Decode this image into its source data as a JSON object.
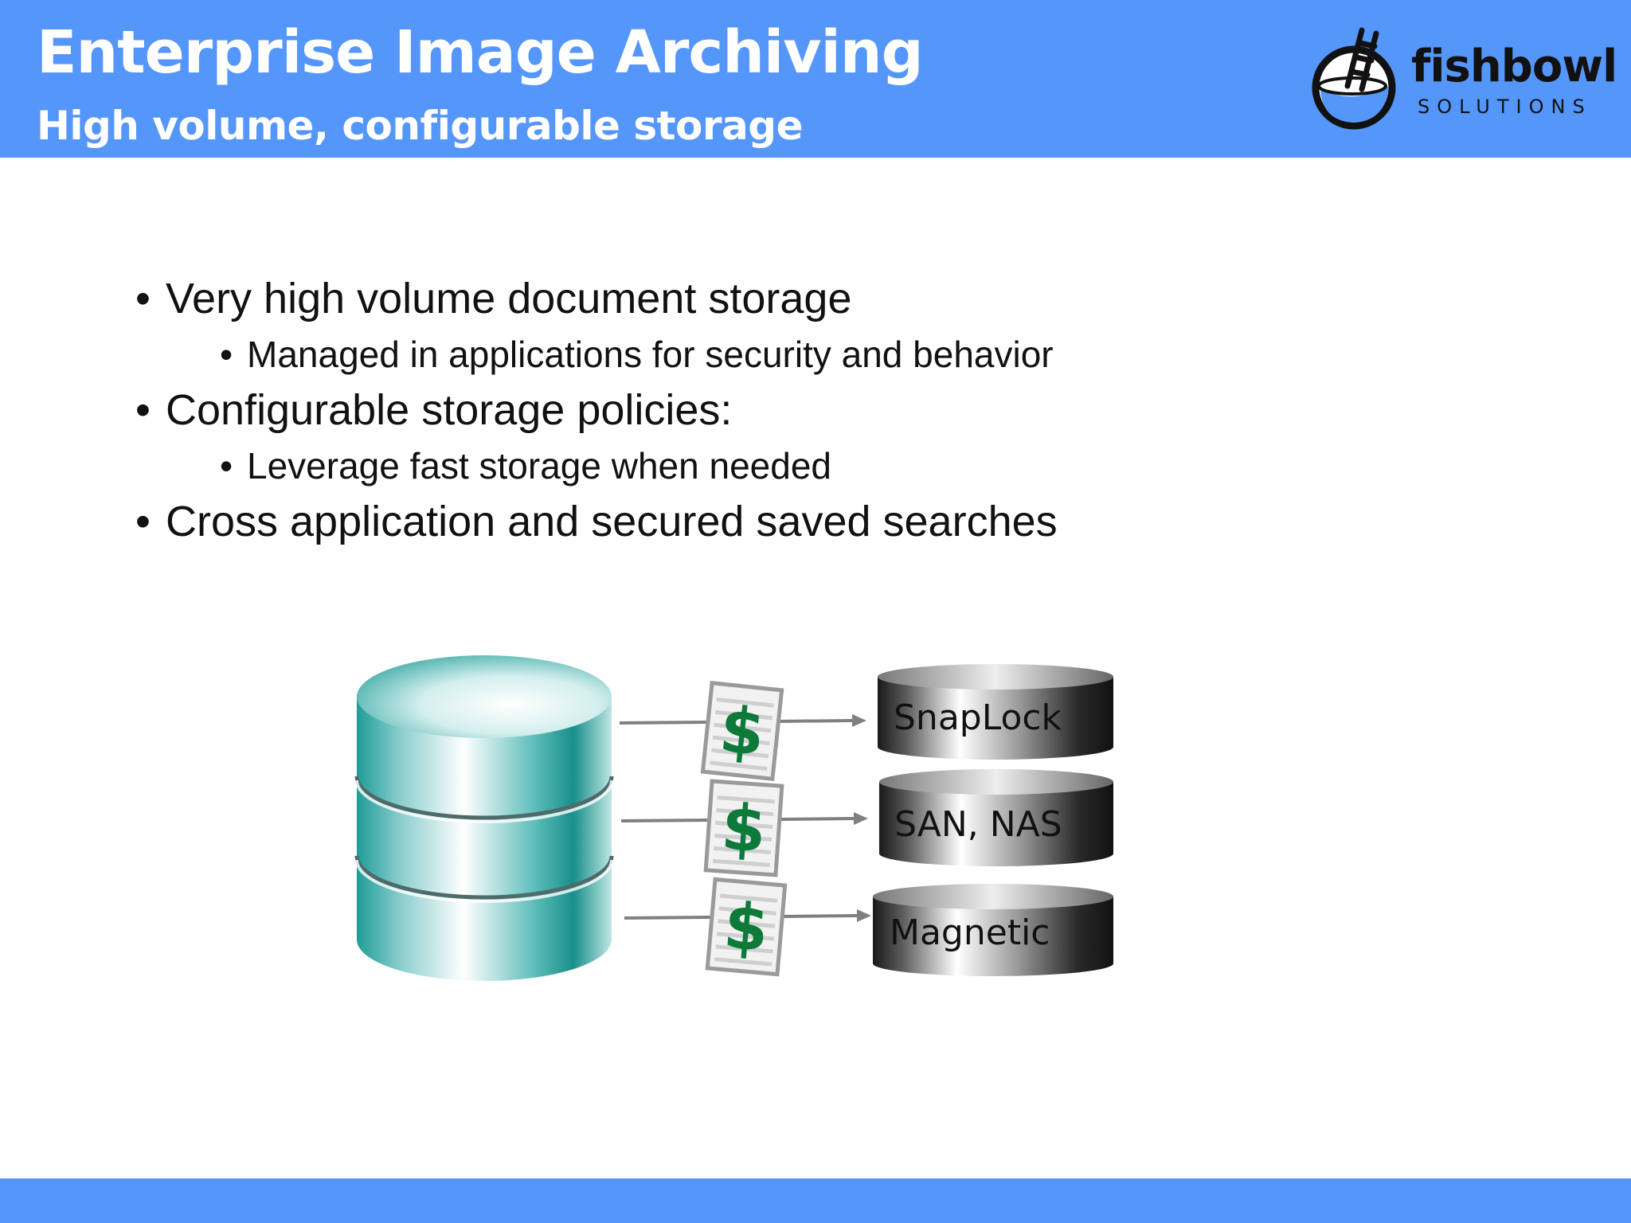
{
  "header": {
    "title": "Enterprise Image Archiving",
    "subtitle": "High volume, configurable storage"
  },
  "logo": {
    "word": "fishbowl",
    "sub": "SOLUTIONS"
  },
  "bullets": [
    {
      "level": 1,
      "text": "Very high volume document storage"
    },
    {
      "level": 2,
      "text": "Managed in applications for security and behavior"
    },
    {
      "level": 1,
      "text": "Configurable storage policies:"
    },
    {
      "level": 2,
      "text": "Leverage fast storage when needed"
    },
    {
      "level": 1,
      "text": "Cross application and secured saved searches"
    }
  ],
  "diagram": {
    "dollar_symbol": "$",
    "tiers": [
      "SnapLock",
      "SAN, NAS",
      "Magnetic"
    ]
  },
  "colors": {
    "banner": "#5596fb",
    "dollar": "#0d7a3a",
    "database": "#1f9c98"
  }
}
